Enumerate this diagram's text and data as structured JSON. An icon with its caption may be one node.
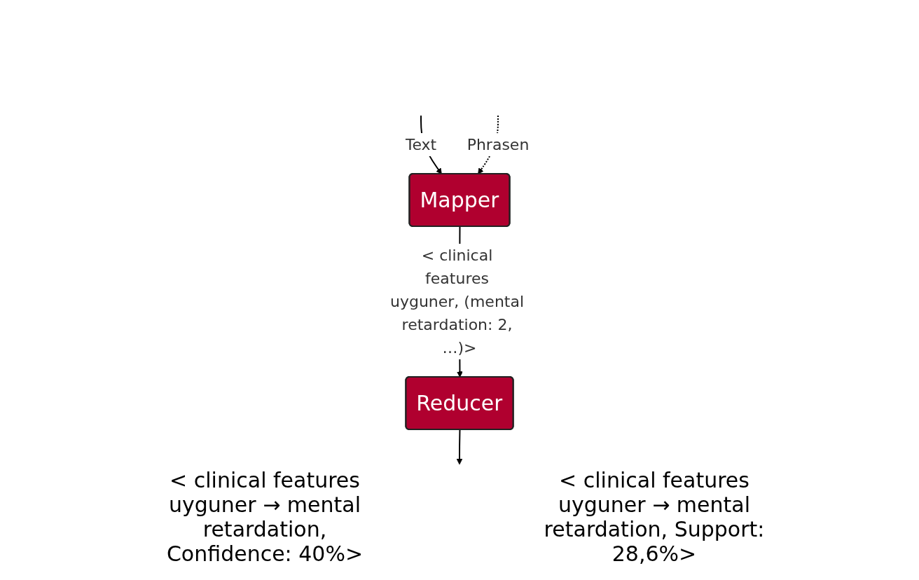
{
  "diagram": {
    "nodes": [
      {
        "text": [
          "Mapper"
        ]
      },
      {
        "text": [
          "Reducer"
        ]
      }
    ],
    "edges": [
      {
        "from": null,
        "to": 0,
        "arrow": "to",
        "label": "Text"
      },
      {
        "from": null,
        "to": 0,
        "arrow": "to",
        "label": "Phrasen",
        "style": "dashed"
      },
      {
        "from": 0,
        "to": 1,
        "arrow": "to",
        "label": "< clinical features uyguner, (mental retardation: 2, …)>"
      },
      {
        "from": 1,
        "to": null,
        "arrow": "to"
      }
    ],
    "labels": [
      "< clinical features uyguner → mental retardation, Confidence: 40%>",
      "< clinical features uyguner → mental retardation, Support: 28,6%>"
    ]
  }
}
